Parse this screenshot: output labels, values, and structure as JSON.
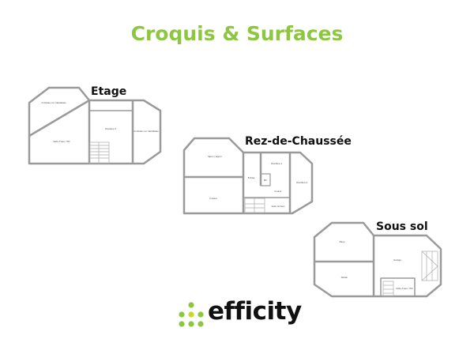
{
  "title": "Croquis & Surfaces",
  "levels": {
    "etage": {
      "name": "Etage",
      "rooms": [
        "Combles non habitables",
        "Chambre 3",
        "Salle d'eau / WC",
        "Combles non habitables"
      ]
    },
    "rdc": {
      "name": "Rez-de-Chaussée",
      "rooms": [
        "Salon / séjour",
        "Cuisine",
        "Entrée",
        "Chambre 1",
        "WC",
        "Couloir",
        "Chambre 2",
        "Salle de bain"
      ]
    },
    "soussol": {
      "name": "Sous sol",
      "rooms": [
        "Pièce",
        "Atelier",
        "Garage",
        "Salle d'eau / WC"
      ]
    }
  },
  "logo": {
    "text": "efficity",
    "brand_color": "#8dc63f",
    "accent_color": "#c8d92b"
  },
  "colors": {
    "title": "#8dc63f",
    "walls": "#9a9a9a"
  }
}
